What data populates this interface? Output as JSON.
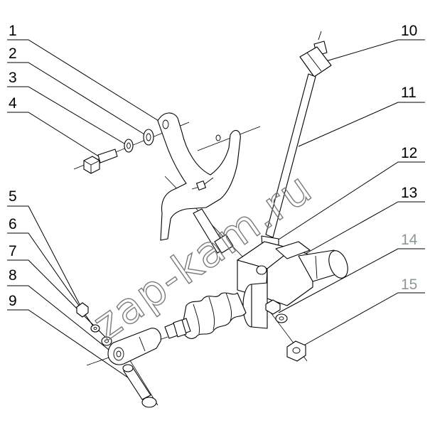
{
  "labels": [
    {
      "id": "1",
      "text": "1"
    },
    {
      "id": "2",
      "text": "2"
    },
    {
      "id": "3",
      "text": "3"
    },
    {
      "id": "4",
      "text": "4"
    },
    {
      "id": "5",
      "text": "5"
    },
    {
      "id": "6",
      "text": "6"
    },
    {
      "id": "7",
      "text": "7"
    },
    {
      "id": "8",
      "text": "8"
    },
    {
      "id": "9",
      "text": "9"
    },
    {
      "id": "10",
      "text": "10"
    },
    {
      "id": "11",
      "text": "11"
    },
    {
      "id": "12",
      "text": "12"
    },
    {
      "id": "13",
      "text": "13"
    },
    {
      "id": "14",
      "text": "14"
    },
    {
      "id": "15",
      "text": "15"
    }
  ],
  "watermark": "zap-kam.ru",
  "colors": {
    "line": "#000000",
    "gray_label": "#8a9a8a",
    "watermark": "#7a7a7a"
  }
}
